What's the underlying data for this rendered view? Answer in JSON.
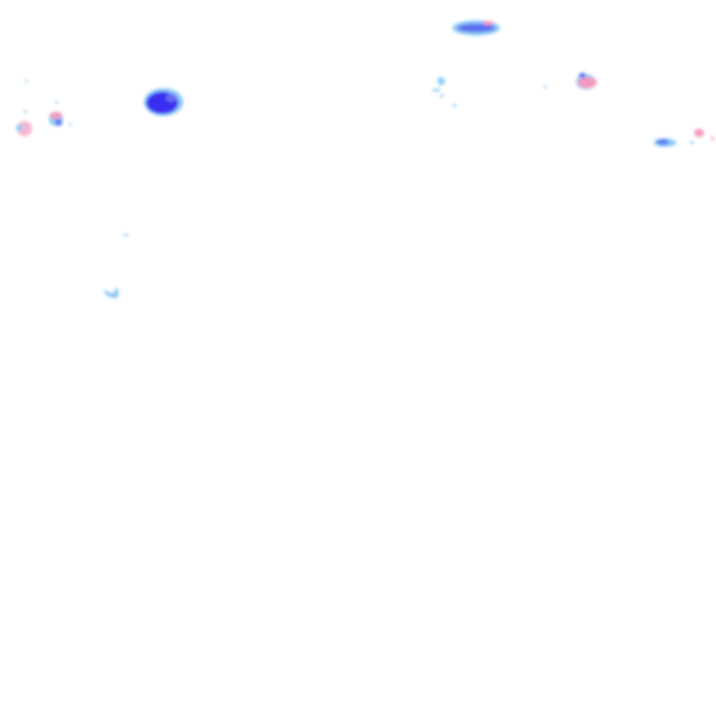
{
  "colors": {
    "light_rain": "#8ecbf5",
    "moderate_rain": "#5a7af0",
    "heavy_rain": "#3a2ef0",
    "mixed_snow": "#f29bbf",
    "background": "#ffffff"
  },
  "cells": [
    {
      "type": "heavy_rain"
    },
    {
      "type": "moderate_rain"
    },
    {
      "type": "mixed_snow"
    },
    {
      "type": "mixed_snow"
    },
    {
      "type": "mixed_snow"
    },
    {
      "type": "moderate_rain"
    },
    {
      "type": "light_rain"
    },
    {
      "type": "light_rain"
    },
    {
      "type": "mixed_snow"
    }
  ]
}
